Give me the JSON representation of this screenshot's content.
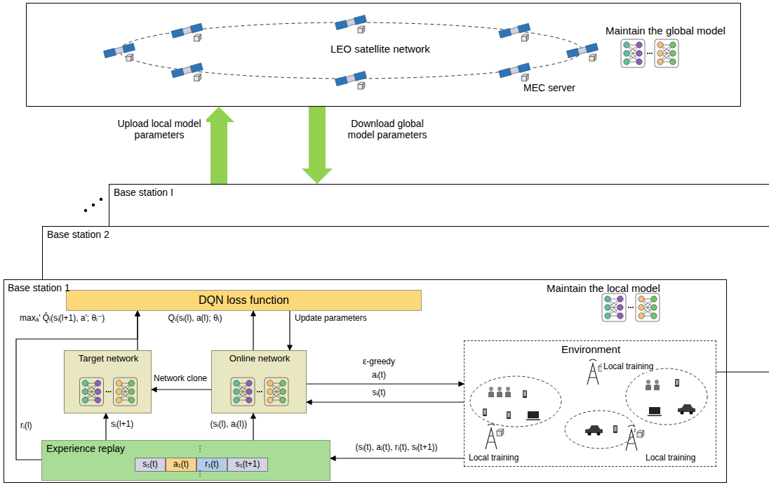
{
  "diagram": {
    "nodes": [
      {
        "text": [
          "LEO satellite network",
          "MEC server",
          "Maintain the global model"
        ]
      },
      {
        "text": [
          "Base station I"
        ]
      },
      {
        "text": [
          "Base station 2"
        ]
      },
      {
        "text": [
          "Base station 1",
          "Maintain the local model"
        ]
      },
      {
        "text": [
          "DQN loss function"
        ],
        "in": 3
      },
      {
        "text": [
          "Target network"
        ],
        "in": 3
      },
      {
        "text": [
          "Online network"
        ],
        "in": 3
      },
      {
        "text": [
          "Experience replay"
        ],
        "in": 3
      },
      {
        "text": [
          "s₁(t)"
        ],
        "in": 7
      },
      {
        "text": [
          "a₁(t)"
        ],
        "in": 7
      },
      {
        "text": [
          "r₁(t)"
        ],
        "in": 7
      },
      {
        "text": [
          "s₁(t+1)"
        ],
        "in": 7
      },
      {
        "text": [
          "Environment"
        ],
        "in": 3
      }
    ],
    "edges": [
      {
        "from": 1,
        "to": 0,
        "arrow": "to",
        "label": "Upload local model parameters"
      },
      {
        "from": 0,
        "to": 1,
        "arrow": "to",
        "label": "Download global model parameters"
      },
      {
        "from": 5,
        "to": 4,
        "arrow": "to",
        "label": "maxₐ′ Q̂ᵢ(sᵢ(l+1), a′; θᵢ⁻)"
      },
      {
        "from": 6,
        "to": 4,
        "arrow": "to",
        "label": "Qᵢ(sᵢ(l), a(l); θᵢ)"
      },
      {
        "from": 4,
        "to": 6,
        "arrow": "to",
        "label": "Update parameters"
      },
      {
        "from": 6,
        "to": 5,
        "arrow": "to",
        "label": "Network clone"
      },
      {
        "from": 6,
        "to": 12,
        "arrow": "to",
        "label": "aᵢ(t)"
      },
      {
        "from": 12,
        "to": 6,
        "arrow": "to",
        "label": "sᵢ(t)"
      },
      {
        "from": 7,
        "to": 5,
        "arrow": "to",
        "label": "sᵢ(l+1)"
      },
      {
        "from": 7,
        "to": 6,
        "arrow": "to",
        "label": "(sᵢ(l), aᵢ(l))"
      },
      {
        "from": 7,
        "to": 4,
        "arrow": "to",
        "label": "rᵢ(l)"
      },
      {
        "from": 12,
        "to": 7,
        "arrow": "to",
        "label": "(sᵢ(t), aᵢ(t), rᵢ(t), sᵢ(t+1))"
      }
    ],
    "labels": [
      "ε-greedy",
      "Local training",
      "Local training",
      "Local training",
      "⋮",
      "⋮"
    ]
  }
}
